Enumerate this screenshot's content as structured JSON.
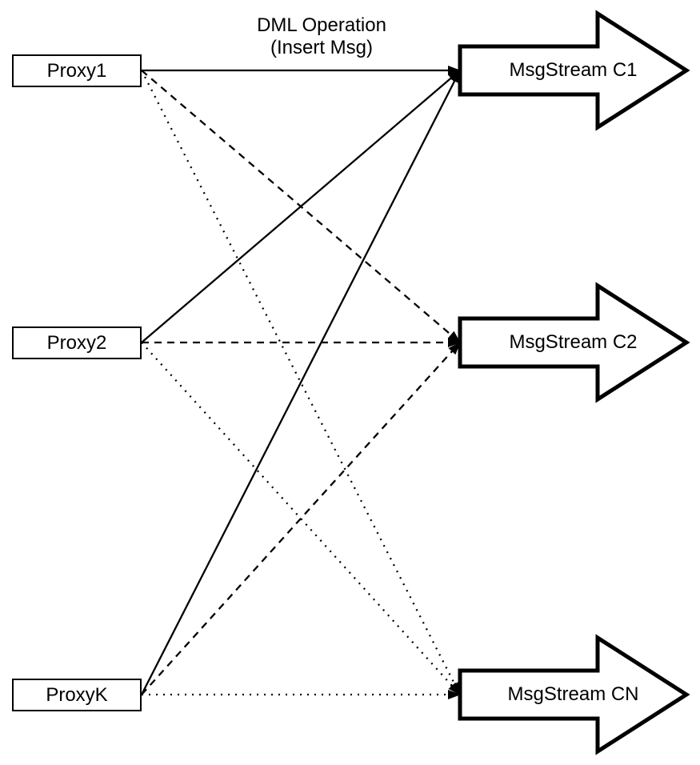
{
  "diagram": {
    "title": {
      "line1": "DML Operation",
      "line2": "(Insert Msg)"
    },
    "proxies": [
      {
        "label": "Proxy1"
      },
      {
        "label": "Proxy2"
      },
      {
        "label": "ProxyK"
      }
    ],
    "streams": [
      {
        "label": "MsgStream C1",
        "shape": "fat-right-arrow",
        "incoming_line_style": "solid"
      },
      {
        "label": "MsgStream C2",
        "shape": "fat-right-arrow",
        "incoming_line_style": "dashed"
      },
      {
        "label": "MsgStream CN",
        "shape": "fat-right-arrow",
        "incoming_line_style": "dotted"
      }
    ],
    "connections": [
      {
        "from": "Proxy1",
        "to": "MsgStream C1",
        "style": "solid",
        "arrowhead": "filled-triangle"
      },
      {
        "from": "Proxy1",
        "to": "MsgStream C2",
        "style": "dashed",
        "arrowhead": "filled-triangle"
      },
      {
        "from": "Proxy1",
        "to": "MsgStream CN",
        "style": "dotted",
        "arrowhead": "filled-triangle"
      },
      {
        "from": "Proxy2",
        "to": "MsgStream C1",
        "style": "solid",
        "arrowhead": "filled-triangle"
      },
      {
        "from": "Proxy2",
        "to": "MsgStream C2",
        "style": "dashed",
        "arrowhead": "filled-triangle"
      },
      {
        "from": "Proxy2",
        "to": "MsgStream CN",
        "style": "dotted",
        "arrowhead": "filled-triangle"
      },
      {
        "from": "ProxyK",
        "to": "MsgStream C1",
        "style": "solid",
        "arrowhead": "filled-triangle"
      },
      {
        "from": "ProxyK",
        "to": "MsgStream C2",
        "style": "dashed",
        "arrowhead": "filled-triangle"
      },
      {
        "from": "ProxyK",
        "to": "MsgStream CN",
        "style": "dotted",
        "arrowhead": "filled-triangle"
      }
    ],
    "colors": {
      "stroke": "#000000",
      "shape_fill": "#ffffff",
      "background": "#ffffff"
    }
  }
}
